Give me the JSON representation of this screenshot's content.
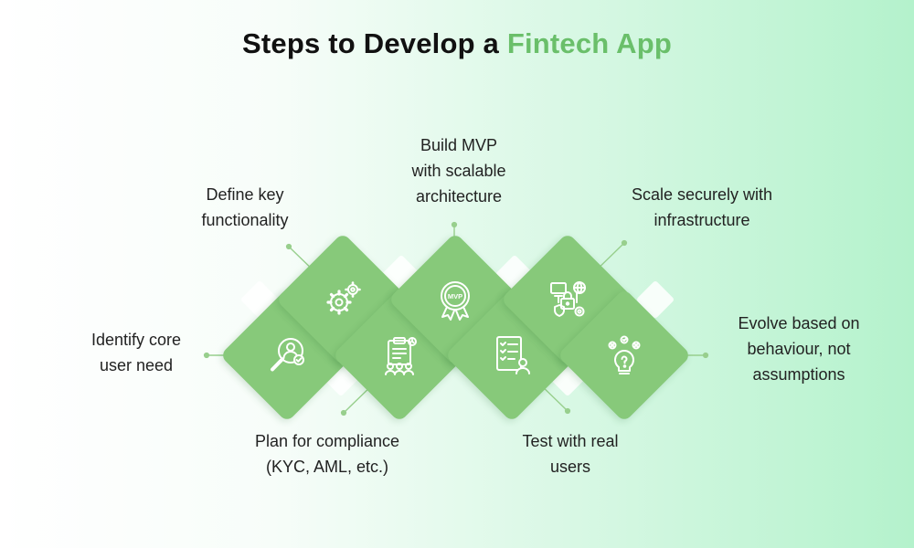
{
  "title": {
    "prefix": "Steps to Develop a",
    "accent": "Fintech App"
  },
  "colors": {
    "diamond": "#87c97a",
    "accent": "#6abf6a",
    "connector": "#98cf8d",
    "background_start": "#ffffff",
    "background_end": "#b4f2cc"
  },
  "steps": [
    {
      "label": "Identify core\nuser need",
      "icon": "magnifier-user-icon"
    },
    {
      "label": "Define key\nfunctionality",
      "icon": "gears-icon"
    },
    {
      "label": "Plan for compliance\n(KYC, AML, etc.)",
      "icon": "clipboard-team-icon"
    },
    {
      "label": "Build MVP\nwith scalable\narchitecture",
      "icon": "mvp-badge-icon"
    },
    {
      "label": "Test with real\nusers",
      "icon": "checklist-user-icon"
    },
    {
      "label": "Scale securely with\ninfrastructure",
      "icon": "secure-devices-icon"
    },
    {
      "label": "Evolve based on\nbehaviour, not\nassumptions",
      "icon": "lightbulb-idea-icon"
    }
  ]
}
